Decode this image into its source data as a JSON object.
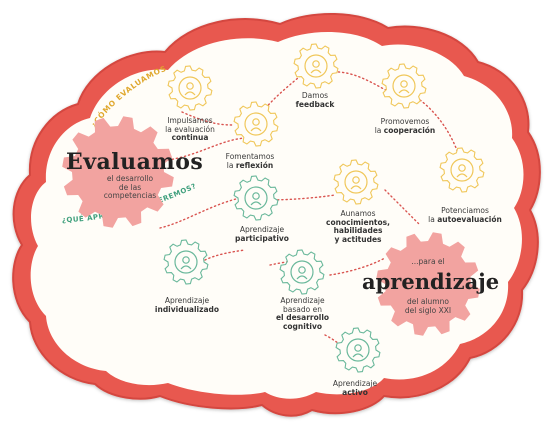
{
  "questions": {
    "how": "¿CÓMO EVALUAMOS?",
    "what": "¿QUÉ APRENDIZAJE QUEREMOS?"
  },
  "main": {
    "title": "Evaluamos",
    "subtitle_line1": "el desarrollo",
    "subtitle_line2": "de las",
    "subtitle_line3": "competencias"
  },
  "goal": {
    "lead": "...para el",
    "title": "aprendizaje",
    "line1": "del alumno",
    "line2": "del siglo XXI"
  },
  "how_items": [
    {
      "line1": "Impulsamos",
      "line2": "la evaluación",
      "bold": "continua",
      "icon": "brain-gear-icon"
    },
    {
      "line1": "Fomentamos",
      "line2": "la",
      "bold": "reflexión",
      "icon": "lightbulb-head-icon"
    },
    {
      "line1": "Damos",
      "line2": "",
      "bold": "feedback",
      "icon": "speech-bubbles-icon"
    },
    {
      "line1": "Promovemos",
      "line2": "la",
      "bold": "cooperación",
      "icon": "handshake-icon"
    },
    {
      "line1": "Potenciamos",
      "line2": "la",
      "bold": "autoevaluación",
      "icon": "self-review-icon"
    }
  ],
  "what_items": [
    {
      "line1": "Aunamos",
      "bold1": "conocimientos,",
      "bold2": "habilidades",
      "bold3": "y actitudes",
      "icon": "toolbox-icon"
    },
    {
      "line1": "Aprendizaje",
      "bold": "participativo",
      "icon": "group-people-icon"
    },
    {
      "line1": "Aprendizaje",
      "bold": "individualizado",
      "icon": "individual-person-icon"
    },
    {
      "line1": "Aprendizaje",
      "line2": "basado en",
      "bold1": "el desarrollo",
      "bold2": "cognitivo",
      "icon": "brain-icon"
    },
    {
      "line1": "Aprendizaje",
      "bold": "activo",
      "icon": "active-person-icon"
    }
  ],
  "colors": {
    "brain_red": "#e8584f",
    "gear_pink": "#f2a3a0",
    "yellow": "#f0c75a",
    "teal": "#6ab89b",
    "dots_red": "#d9534f"
  }
}
